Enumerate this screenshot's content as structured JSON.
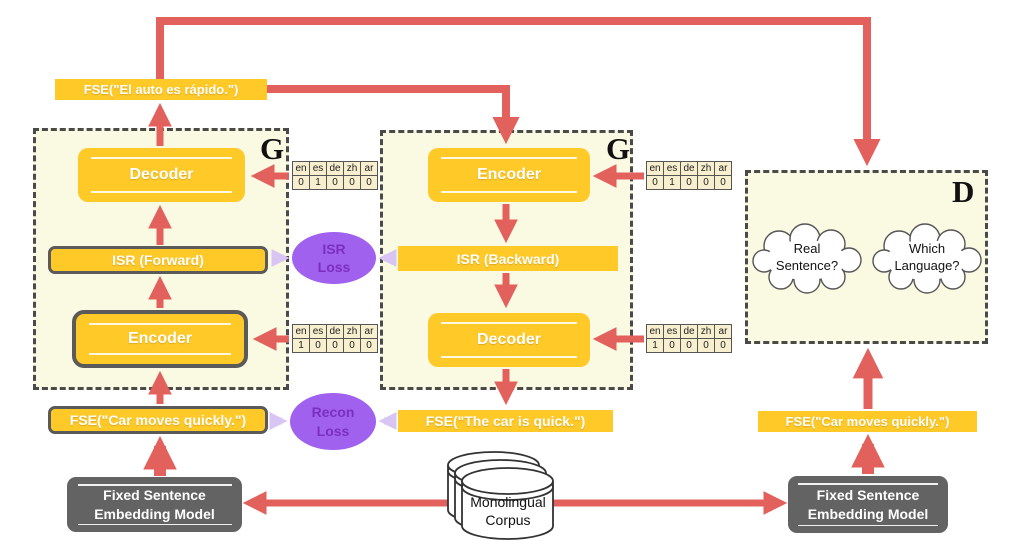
{
  "colors": {
    "arrow_red": "#E2615D",
    "box_yellow": "#FFC928",
    "panel_yellow": "#FAF9E1",
    "loss_purple": "#A161EF",
    "loss_text_purple": "#7C2FBE",
    "light_purple_arrow": "#D9C5F4",
    "model_gray": "#636363",
    "dash_gray": "#4A4A4A",
    "table_bg": "#F8EFCF"
  },
  "generator_left": {
    "label": "G",
    "decoder": "Decoder",
    "isr": "ISR (Forward)",
    "encoder": "Encoder"
  },
  "generator_mid": {
    "label": "G",
    "encoder": "Encoder",
    "isr": "ISR (Backward)",
    "decoder": "Decoder"
  },
  "discriminator": {
    "label": "D",
    "cloud_real": {
      "line1": "Real",
      "line2": "Sentence?"
    },
    "cloud_lang": {
      "line1": "Which",
      "line2": "Language?"
    }
  },
  "fse": {
    "spanish": "FSE(\"El auto es rápido.\")",
    "source_left": "FSE(\"Car moves quickly.\")",
    "translated": "FSE(\"The car is quick.\")",
    "source_right": "FSE(\"Car moves quickly.\")"
  },
  "losses": {
    "isr": {
      "line1": "ISR",
      "line2": "Loss"
    },
    "recon": {
      "line1": "Recon",
      "line2": "Loss"
    }
  },
  "lang_table": {
    "header": [
      "en",
      "es",
      "de",
      "zh",
      "ar"
    ],
    "one_hot_es": [
      "0",
      "1",
      "0",
      "0",
      "0"
    ],
    "one_hot_en": [
      "1",
      "0",
      "0",
      "0",
      "0"
    ]
  },
  "embedding_model": {
    "line1": "Fixed Sentence",
    "line2": "Embedding Model"
  },
  "corpus": {
    "line1": "Monolingual",
    "line2": "Corpus"
  }
}
